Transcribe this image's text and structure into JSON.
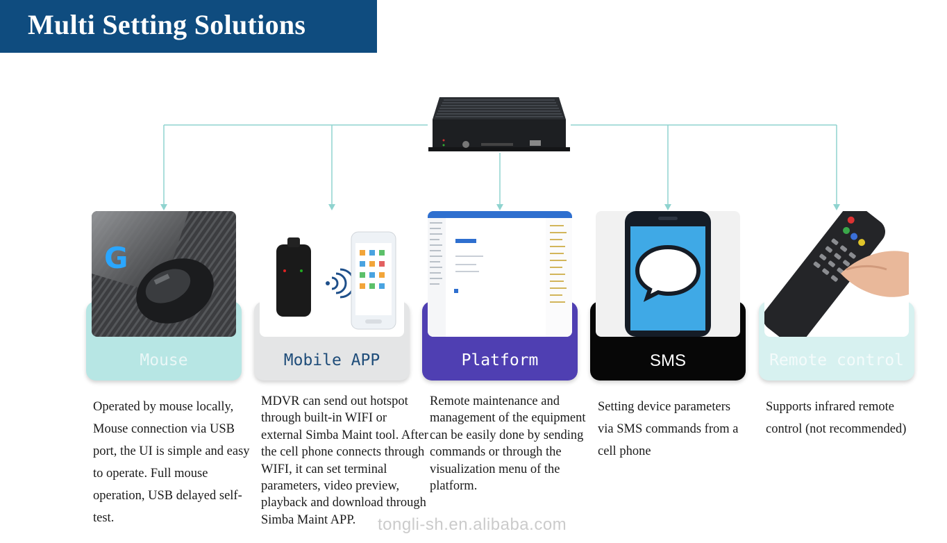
{
  "header": {
    "title": "Multi Setting Solutions"
  },
  "colors": {
    "banner": "#0f4c7f",
    "connector": "#8fd3cf"
  },
  "device": {
    "icon": "mdvr-device-icon"
  },
  "cards": [
    {
      "label": "Mouse",
      "icon": "gaming-mouse-icon",
      "label_color": "#eaf7f7",
      "base_color": "#b7e6e4",
      "description": "Operated by mouse locally, Mouse connection via USB port, the UI is simple and easy to operate. Full mouse operation, USB delayed self-test."
    },
    {
      "label": "Mobile APP",
      "icon": "mobile-app-icon",
      "label_color": "#1f4d7a",
      "base_color": "#e4e5e6",
      "description": "MDVR can send out hotspot through built-in WIFI or external Simba Maint tool. After the cell phone connects through WIFI, it can set terminal parameters, video preview, playback and download through Simba Maint APP."
    },
    {
      "label": "Platform",
      "icon": "platform-window-icon",
      "label_color": "#ffffff",
      "base_color": "#4f3fb2",
      "description": "Remote maintenance and management of the equipment can be easily done by sending commands or through the visualization menu of the platform."
    },
    {
      "label": "SMS",
      "icon": "sms-phone-icon",
      "label_color": "#ffffff",
      "base_color": "#070707",
      "description": "Setting device parameters via SMS commands from a cell phone"
    },
    {
      "label": "Remote control",
      "icon": "remote-control-icon",
      "label_color": "#f4fbfb",
      "base_color": "#d7f1f0",
      "description": "Supports infrared remote control (not recommended)"
    }
  ],
  "watermark": "tongli-sh.en.alibaba.com"
}
